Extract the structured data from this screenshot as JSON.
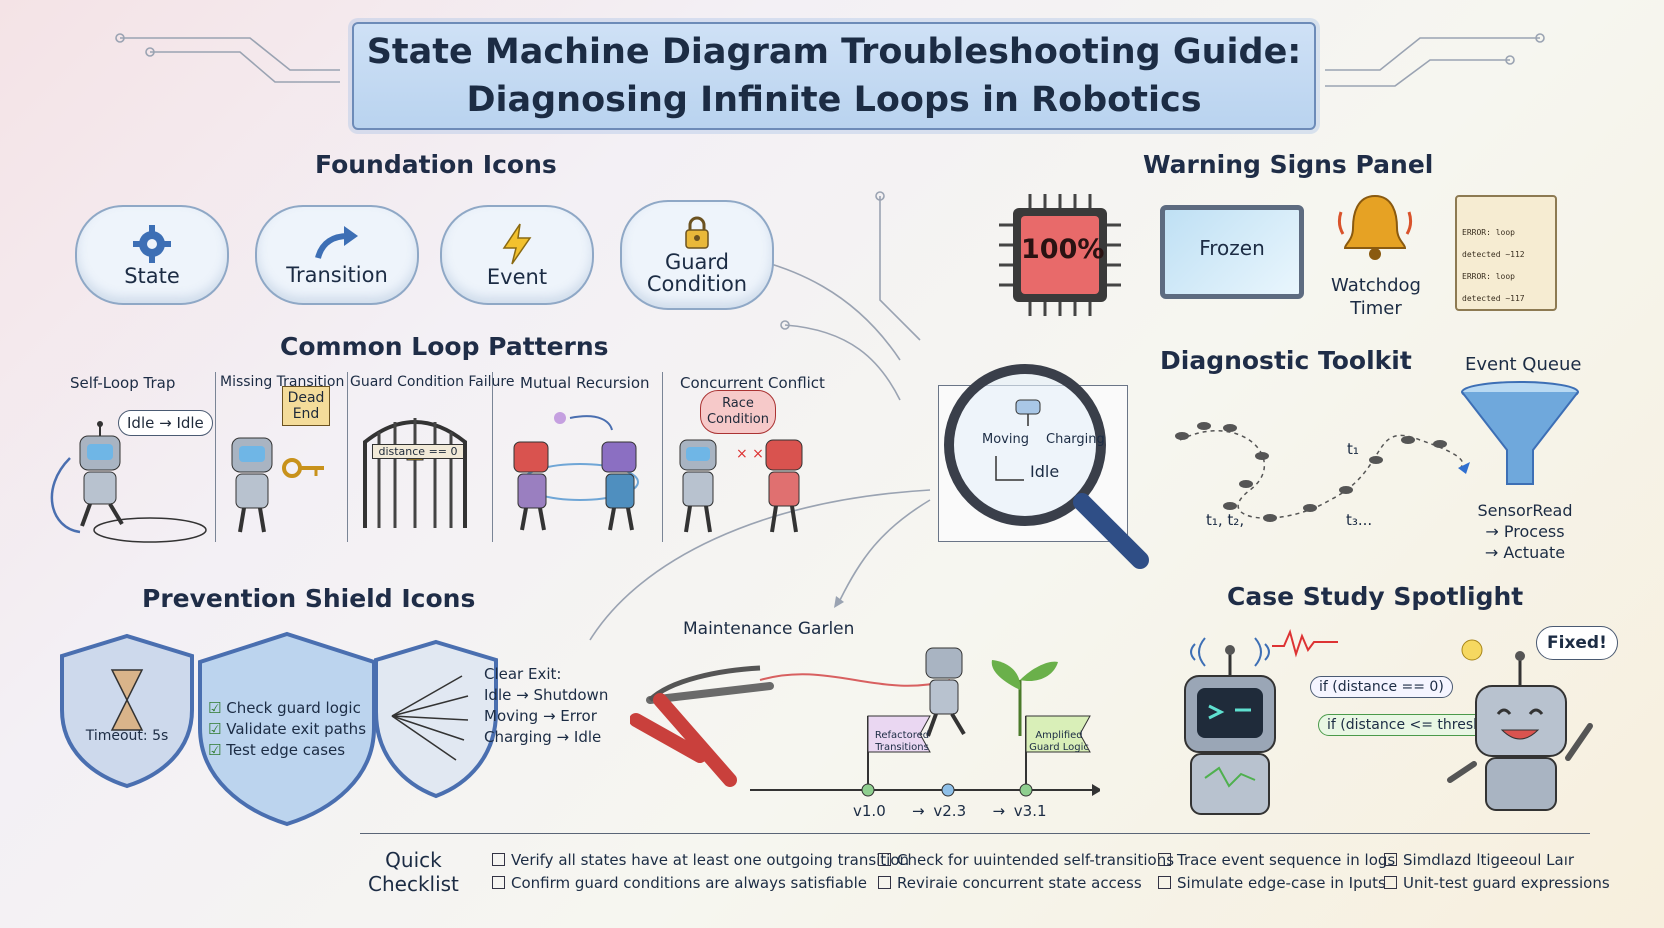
{
  "title": {
    "line1": "State Machine Diagram Troubleshooting Guide:",
    "line2": "Diagnosing Infinite Loops in Robotics"
  },
  "foundation": {
    "heading": "Foundation Icons",
    "items": [
      {
        "label": "State",
        "icon": "gear-icon"
      },
      {
        "label": "Transition",
        "icon": "arrow-icon"
      },
      {
        "label": "Event",
        "icon": "lightning-icon"
      },
      {
        "label": "Guard Condition",
        "icon": "lock-icon"
      }
    ]
  },
  "warning": {
    "heading": "Warning Signs Panel",
    "cpu": "100%",
    "screen": "Frozen",
    "watchdog": "Watchdog Timer",
    "log_lines": [
      "ERROR: loop detected ~112",
      "ERROR: loop detected ~117"
    ]
  },
  "patterns": {
    "heading": "Common Loop Patterns",
    "panels": [
      {
        "title": "Self-Loop Trap",
        "note": "Idle → Idle"
      },
      {
        "title": "Missing Transition",
        "note": "Dead End"
      },
      {
        "title": "Guard Condition Failure",
        "note": "distance == 0"
      },
      {
        "title": "Mutual Recursion",
        "note": ""
      },
      {
        "title": "Concurrent Conflict",
        "note": "Race Condition"
      }
    ]
  },
  "magnifier": {
    "moving": "Moving",
    "charging": "Charging",
    "idle": "Idle"
  },
  "toolkit": {
    "heading": "Diagnostic Toolkit",
    "queue_label": "Event Queue",
    "trace_t1": "t₁",
    "trace_t1_t2": "t₁, t₂,",
    "trace_t3": "t₃...",
    "pipeline": [
      "SensorRead",
      "→ Process",
      "→ Actuate"
    ]
  },
  "prevention": {
    "heading": "Prevention Shield Icons",
    "timeout": "Timeout: 5s",
    "checks": [
      "Check guard logic",
      "Validate exit paths",
      "Test edge cases"
    ],
    "exit_title": "Clear Exit:",
    "exits": [
      "Idle → Shutdown",
      "Moving → Error",
      "Charging → Idle"
    ]
  },
  "garden": {
    "title": "Maintenance Garlen",
    "flag1": "Refactored Transitions",
    "flag2": "Amplified Guard Logic",
    "versions": [
      "v1.0",
      "→ v2.3",
      "→ v3.1"
    ]
  },
  "case_study": {
    "heading": "Case Study Spotlight",
    "before": "if (distance == 0)",
    "after": "if (distance <= threshold)",
    "fixed": "Fixed!"
  },
  "checklist": {
    "title_line1": "Quick",
    "title_line2": "Checklist",
    "items": [
      "Verify all states have at least one outgoing transition",
      "Check for uuintended self-transitions",
      "Trace event sequence in logs",
      "Simdlazd ltigeeoul Laır",
      "Confirm guard conditions are always satisfiable",
      "Reviraie concurrent state access",
      "Simulate edge-case in Iputs",
      "Unit-test guard expressions"
    ]
  },
  "colors": {
    "accent_blue": "#6d8bb8",
    "warning_red": "#e05a5a",
    "bell_gold": "#e6a224",
    "leaf_green": "#5a9a3c"
  }
}
